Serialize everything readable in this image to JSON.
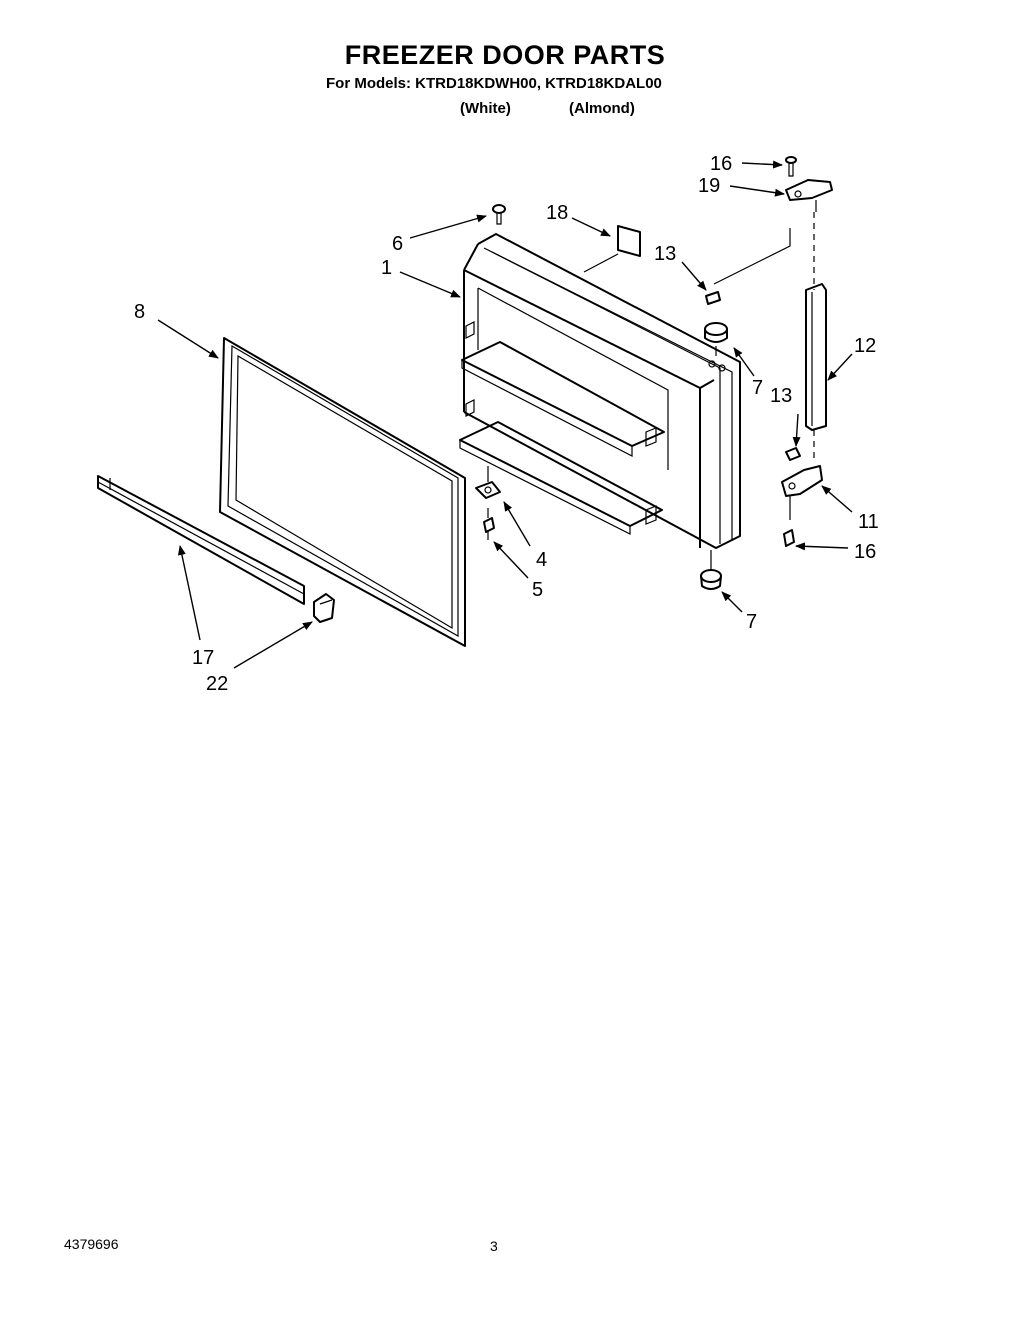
{
  "header": {
    "title": "FREEZER DOOR PARTS",
    "models": "For Models: KTRD18KDWH00, KTRD18KDAL00",
    "finish_white": "(White)",
    "finish_almond": "(Almond)"
  },
  "footer": {
    "code": "4379696",
    "page": "3"
  },
  "callouts": {
    "c1": "1",
    "c4": "4",
    "c5": "5",
    "c6": "6",
    "c7a": "7",
    "c7b": "7",
    "c8": "8",
    "c11": "11",
    "c12": "12",
    "c13a": "13",
    "c13b": "13",
    "c16a": "16",
    "c16b": "16",
    "c17": "17",
    "c18": "18",
    "c19": "19",
    "c22": "22"
  }
}
